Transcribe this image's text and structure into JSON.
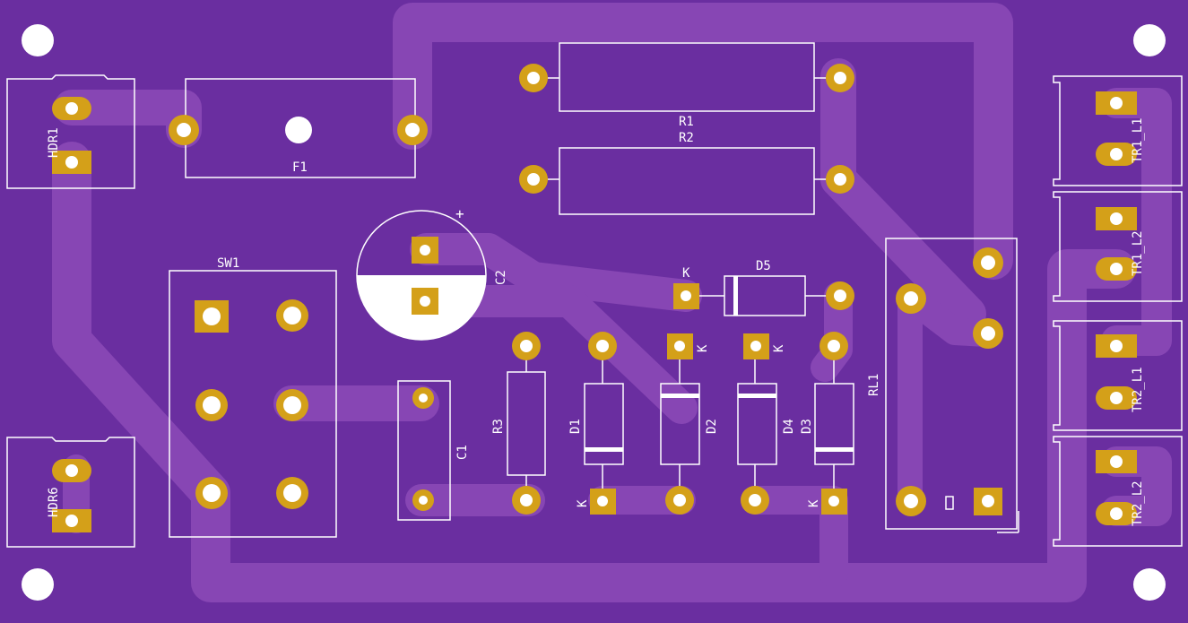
{
  "colors": {
    "board": "#6a2ea0",
    "trace": "#8746b4",
    "pad": "#d4a019",
    "silk": "#ffffff",
    "hole": "#ffffff"
  },
  "labels": {
    "hdr1": "HDR1",
    "hdr6": "HDR6",
    "f1": "F1",
    "r1": "R1",
    "r2": "R2",
    "c2": "C2",
    "c2_plus": "+",
    "sw1": "SW1",
    "c1": "C1",
    "r3": "R3",
    "d1": "D1",
    "d2": "D2",
    "d3": "D3",
    "d4": "D4",
    "d5": "D5",
    "rl1": "RL1",
    "tr1_l1": "TR1_L1",
    "tr1_l2": "TR1_L2",
    "tr2_l1": "TR2_L1",
    "tr2_l2": "TR2_L2",
    "k": "K"
  }
}
